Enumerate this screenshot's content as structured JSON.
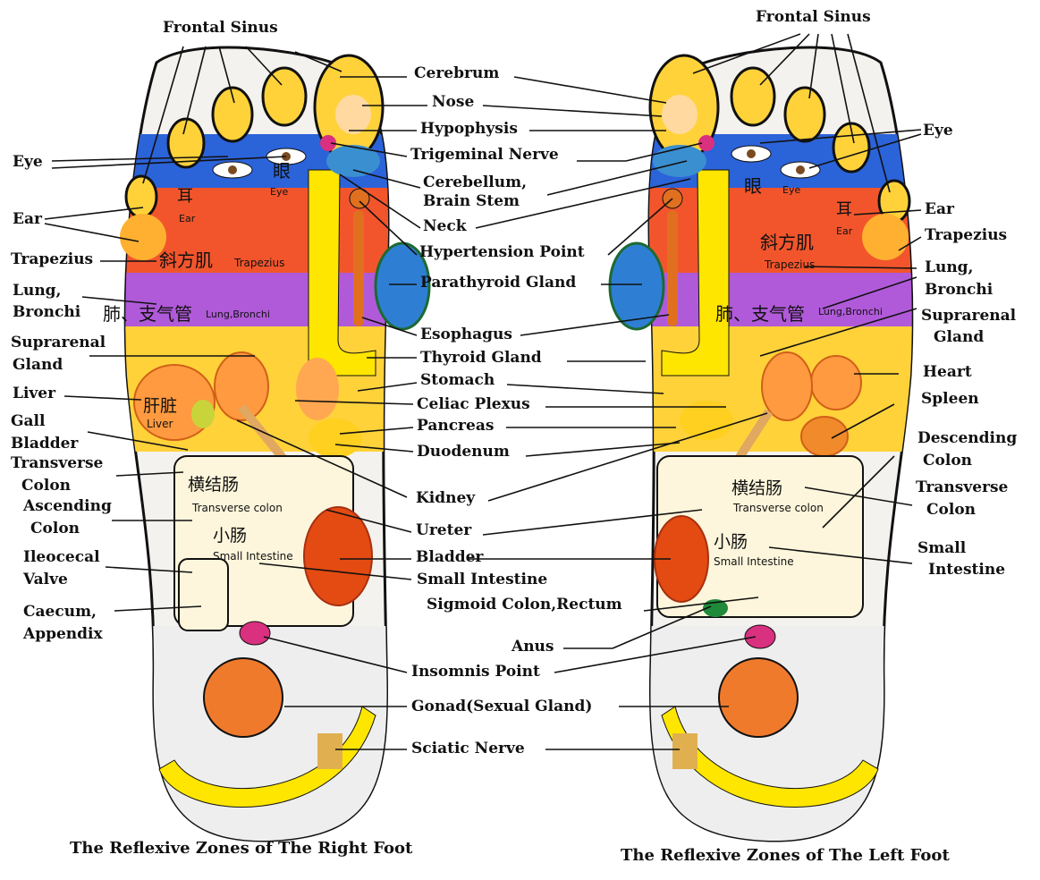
{
  "titles": {
    "right_foot": "The Reflexive Zones of The Right Foot",
    "left_foot": "The Reflexive Zones of The Left Foot"
  },
  "center_labels": {
    "cerebrum": "Cerebrum",
    "nose": "Nose",
    "hypophysis": "Hypophysis",
    "trigeminal_nerve": "Trigeminal Nerve",
    "cerebellum": "Cerebellum,",
    "brain_stem": "Brain Stem",
    "neck": "Neck",
    "hypertension_point": "Hypertension Point",
    "parathyroid_gland": "Parathyroid Gland",
    "esophagus": "Esophagus",
    "thyroid_gland": "Thyroid Gland",
    "stomach": "Stomach",
    "celiac_plexus": "Celiac Plexus",
    "pancreas": "Pancreas",
    "duodenum": "Duodenum",
    "kidney": "Kidney",
    "ureter": "Ureter",
    "bladder": "Bladder",
    "small_intestine": "Small Intestine",
    "sigmoid_colon_rectum": "Sigmoid Colon,Rectum",
    "anus": "Anus",
    "insomnis_point": "Insomnis Point",
    "gonad": "Gonad(Sexual Gland)",
    "sciatic_nerve": "Sciatic Nerve"
  },
  "right_side_labels": {
    "frontal_sinus": "Frontal Sinus",
    "eye": "Eye",
    "ear": "Ear",
    "trapezius": "Trapezius",
    "lung": "Lung,",
    "bronchi": "Bronchi",
    "suprarenal": "Suprarenal",
    "gland": "Gland",
    "heart": "Heart",
    "spleen": "Spleen",
    "descending": "Descending",
    "descending_colon": "Colon",
    "transverse": "Transverse",
    "transverse_colon": "Colon",
    "small": "Small",
    "intestine": "Intestine"
  },
  "left_side_labels": {
    "frontal_sinus": "Frontal Sinus",
    "eye": "Eye",
    "ear": "Ear",
    "trapezius": "Trapezius",
    "lung": "Lung,",
    "bronchi": "Bronchi",
    "suprarenal": "Suprarenal",
    "gland": "Gland",
    "liver": "Liver",
    "gall": "Gall",
    "bladder": "Bladder",
    "transverse": "Transverse",
    "transverse_colon": "Colon",
    "ascending": "Ascending",
    "ascending_colon": "Colon",
    "ileocecal": "Ileocecal",
    "valve": "Valve",
    "caecum": "Caecum,",
    "appendix": "Appendix"
  },
  "foot_text": {
    "eye_cn": "眼",
    "eye_en": "Eye",
    "ear_cn": "耳",
    "ear_en": "Ear",
    "trapezius_cn": "斜方肌",
    "trapezius_en": "Trapezius",
    "lung_cn": "肺、支气管",
    "lung_en": "Lung,Bronchi",
    "liver_cn": "肝脏",
    "liver_en": "Liver",
    "transverse_cn": "横结肠",
    "transverse_en": "Transverse colon",
    "small_cn": "小肠",
    "small_en": "Small Intestine"
  },
  "colors": {
    "outline": "#111111",
    "yellow": "#ffe600",
    "orange": "#ff8c1a",
    "red_orange": "#f2552c",
    "blue": "#2b63d9",
    "purple": "#b05ad9",
    "cream": "#fdf6dc",
    "pink": "#d9307f",
    "teal": "#3a8fd0"
  }
}
